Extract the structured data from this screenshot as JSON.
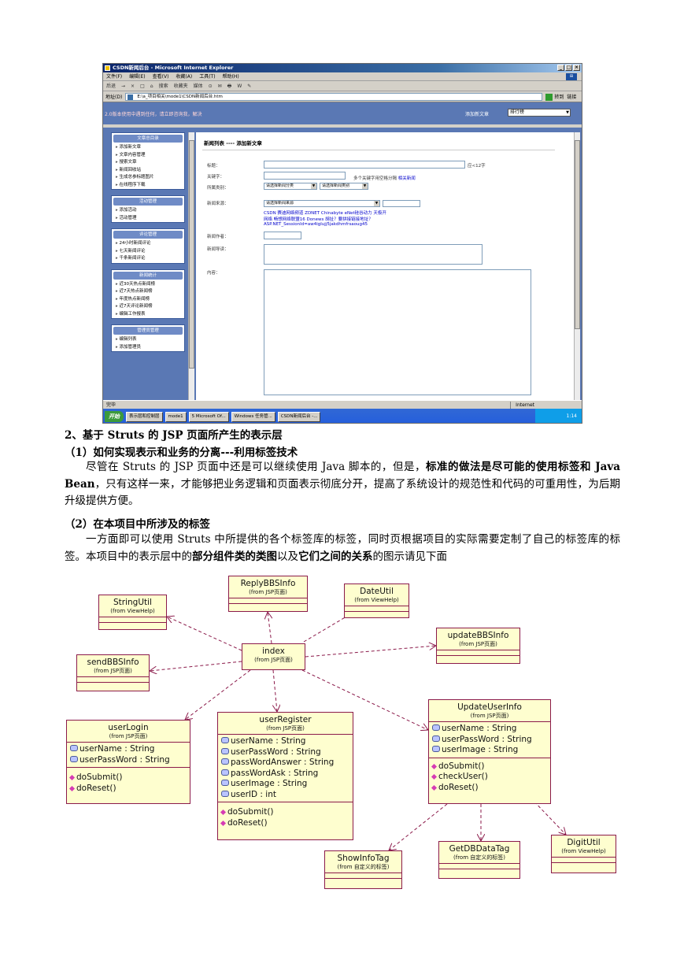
{
  "screenshot": {
    "window_title": "CSDN新闻后台 - Microsoft Internet Explorer",
    "window_controls": [
      "_",
      "□",
      "×"
    ],
    "menu": [
      "文件(F)",
      "编辑(E)",
      "查看(V)",
      "收藏(A)",
      "工具(T)",
      "帮助(H)"
    ],
    "toolbar": [
      "后退",
      "→",
      "×",
      "□",
      "⌂",
      "搜索",
      "收藏夹",
      "媒体",
      "⊙",
      "✉",
      "🖶",
      "W",
      "✎"
    ],
    "address_label": "地址(D)",
    "address_value": "E:\\a_项目相关\\mode1\\CSDN新闻后台.htm",
    "go_label": "转到",
    "links_label": "链接",
    "header_notice": "2.0版本使用中遇到任何，请立即咨询我，解决",
    "header_add_label": "添加新文章",
    "header_select": "排行榜",
    "sidebar": [
      {
        "title": "文章总目录",
        "items": [
          "添加新文章",
          "文章内容管理",
          "搜索文章",
          "新闻回收站",
          "生成总参标题图片",
          "在线程序下载"
        ]
      },
      {
        "title": "活动管理",
        "items": [
          "添加活动",
          "活动管理"
        ]
      },
      {
        "title": "评论管理",
        "items": [
          "24小时新闻评论",
          "七天新闻评论",
          "千条新闻评论"
        ]
      },
      {
        "title": "新闻统计",
        "items": [
          "近30天热点新闻榜",
          "近7天热点新闻榜",
          "年度热点新闻榜",
          "近7天评论新闻榜",
          "编辑工作报表"
        ]
      },
      {
        "title": "管理员管理",
        "items": [
          "编辑列表",
          "添加管理员"
        ]
      }
    ],
    "breadcrumb": "新闻列表 ---- 添加新文章",
    "form": {
      "title_label": "标题：",
      "title_hint": "应<12字",
      "keyword_label": "关键字：",
      "keyword_hint": "多个关键字用空格分隔",
      "keyword_link": "相关新闻",
      "category_label": "所属类别：",
      "category_select1": "请选择新闻分类",
      "category_select2": "请选择新闻类别",
      "source_label": "新闻来源：",
      "source_select": "请选择新闻来源",
      "source_links_1": "CSDN  赛迪网络频道  ZDNET  Chinabyte  eNet硅谷动力  天极开",
      "source_links_2": "网络 畅想网络联盟16  Donews  胡扯？要拼接链接地址？",
      "source_links_3": "ASP.NET_SessionId=aw4iglujj5jakdhmfrsaoug45",
      "author_label": "新闻作者：",
      "summary_label": "新闻导读：",
      "content_label": "内容："
    },
    "status_text": "完毕",
    "status_zone": "Internet",
    "taskbar": {
      "start": "开始",
      "tasks": [
        "表示层和控制层",
        "mode1",
        "5 Microsoft Of...",
        "Windows 任务管...",
        "CSDN新闻后台 -..."
      ],
      "clock": "1:14"
    }
  },
  "article": {
    "heading2": "2、基于 Struts 的 JSP 页面所产生的表示层",
    "heading3_1": "（1）如何实现表示和业务的分离---利用标签技术",
    "para1_a": "尽管在 Struts 的 JSP 页面中还是可以继续使用 Java 脚本的，但是，",
    "para1_b": "标准的做法是尽可能的使用标签和 Java Bean",
    "para1_c": "，只有这样一来，才能够把业务逻辑和页面表示彻底分开，提高了系统设计的规范性和代码的可重用性，为后期升级提供方便。",
    "heading3_2": "（2）在本项目中所涉及的标签",
    "para2_a": "一方面即可以使用 Struts 中所提供的各个标签库的标签，同时页根据项目的实际需要定制了自己的标签库的标签。本项目中的表示层中的",
    "para2_b": "部分组件类的类图",
    "para2_c": "以及",
    "para2_d": "它们之间的关系",
    "para2_e": "的图示请见下面"
  },
  "uml": {
    "classes": {
      "index": {
        "name": "index",
        "package": "(from JSP页面)",
        "attrs": [],
        "ops": []
      },
      "ReplyBBSInfo": {
        "name": "ReplyBBSInfo",
        "package": "(from JSP页面)",
        "attrs": [],
        "ops": []
      },
      "StringUtil": {
        "name": "StringUtil",
        "package": "(from ViewHelp)",
        "attrs": [],
        "ops": []
      },
      "DateUtil": {
        "name": "DateUtil",
        "package": "(from ViewHelp)",
        "attrs": [],
        "ops": []
      },
      "updateBBSInfo": {
        "name": "updateBBSInfo",
        "package": "(from JSP页面)",
        "attrs": [],
        "ops": []
      },
      "sendBBSInfo": {
        "name": "sendBBSInfo",
        "package": "(from JSP页面)",
        "attrs": [],
        "ops": []
      },
      "userLogin": {
        "name": "userLogin",
        "package": "(from JSP页面)",
        "attrs": [
          "userName : String",
          "userPassWord : String"
        ],
        "ops": [
          "doSubmit()",
          "doReset()"
        ]
      },
      "userRegister": {
        "name": "userRegister",
        "package": "(from JSP页面)",
        "attrs": [
          "userName : String",
          "userPassWord : String",
          "passWordAnswer : String",
          "passWordAsk : String",
          "userImage : String",
          "userID : int"
        ],
        "ops": [
          "doSubmit()",
          "doReset()"
        ]
      },
      "UpdateUserInfo": {
        "name": "UpdateUserInfo",
        "package": "(from JSP页面)",
        "attrs": [
          "userName : String",
          "userPassWord : String",
          "userImage : String"
        ],
        "ops": [
          "doSubmit()",
          "checkUser()",
          "doReset()"
        ]
      },
      "ShowInfoTag": {
        "name": "ShowInfoTag",
        "package": "(from 自定义的标签)",
        "attrs": [],
        "ops": []
      },
      "GetDBDataTag": {
        "name": "GetDBDataTag",
        "package": "(from 自定义的标签)",
        "attrs": [],
        "ops": []
      },
      "DigitUtil": {
        "name": "DigitUtil",
        "package": "(from ViewHelp)",
        "attrs": [],
        "ops": []
      }
    },
    "line_color": "#8b1a4a",
    "class_fill": "#fefecf"
  }
}
